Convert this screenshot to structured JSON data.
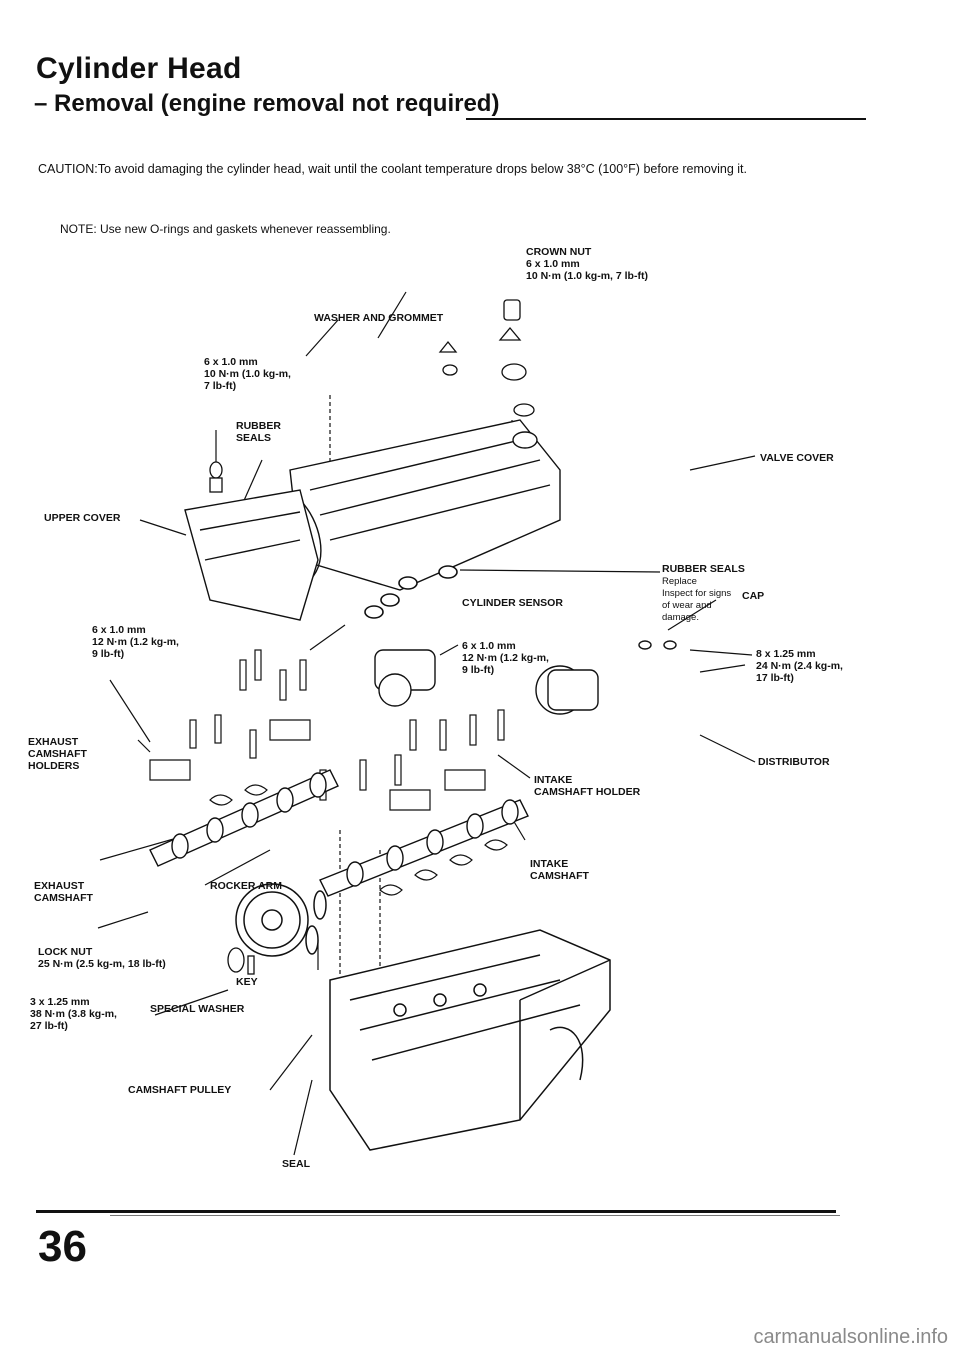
{
  "header": {
    "title": "Cylinder Head",
    "subtitle": "– Removal (engine removal not required)"
  },
  "caution": "CAUTION:To avoid damaging the cylinder head, wait until the coolant temperature drops below 38°C (100°F) before removing it.",
  "note": "NOTE: Use new O-rings and gaskets whenever reassembling.",
  "labels": {
    "crown_nut": "CROWN NUT\n6 x 1.0 mm\n10 N·m (1.0 kg-m, 7 lb-ft)",
    "washer_grommet": "WASHER AND GROMMET",
    "bolt_6x1_cover": "6 x 1.0 mm\n10 N·m (1.0 kg-m,\n7 lb-ft)",
    "rubber_seals_top": "RUBBER\nSEALS",
    "valve_cover": "VALVE COVER",
    "upper_cover": "UPPER COVER",
    "rubber_seals_right": "RUBBER SEALS",
    "rubber_seals_note": "Replace\nInspect for signs\nof wear and\ndamage.",
    "cap": "CAP",
    "cylinder_sensor": "CYLINDER SENSOR",
    "bolt_6x1_left": "6 x 1.0 mm\n12 N·m (1.2 kg-m,\n9 lb-ft)",
    "bolt_6x1_mid": "6 x 1.0 mm\n12 N·m (1.2 kg-m,\n9 lb-ft)",
    "bolt_8x125_dist": "8 x 1.25 mm\n24 N·m (2.4 kg-m,\n17 lb-ft)",
    "distributor": "DISTRIBUTOR",
    "exhaust_holders": "EXHAUST\nCAMSHAFT\nHOLDERS",
    "intake_holder": "INTAKE\nCAMSHAFT HOLDER",
    "intake_camshaft": "INTAKE\nCAMSHAFT",
    "exhaust_camshaft": "EXHAUST\nCAMSHAFT",
    "rocker_arm": "ROCKER ARM",
    "lock_nut": "LOCK NUT\n25 N·m (2.5 kg-m, 18 lb-ft)",
    "key": "KEY",
    "bolt_8x125_pulley": "3 x 1.25 mm\n38 N·m (3.8 kg-m,\n27 lb-ft)",
    "special_washer": "SPECIAL WASHER",
    "camshaft_pulley": "CAMSHAFT PULLEY",
    "seal": "SEAL"
  },
  "footer": {
    "page_number": "36",
    "watermark": "carmanualsonline.info"
  }
}
